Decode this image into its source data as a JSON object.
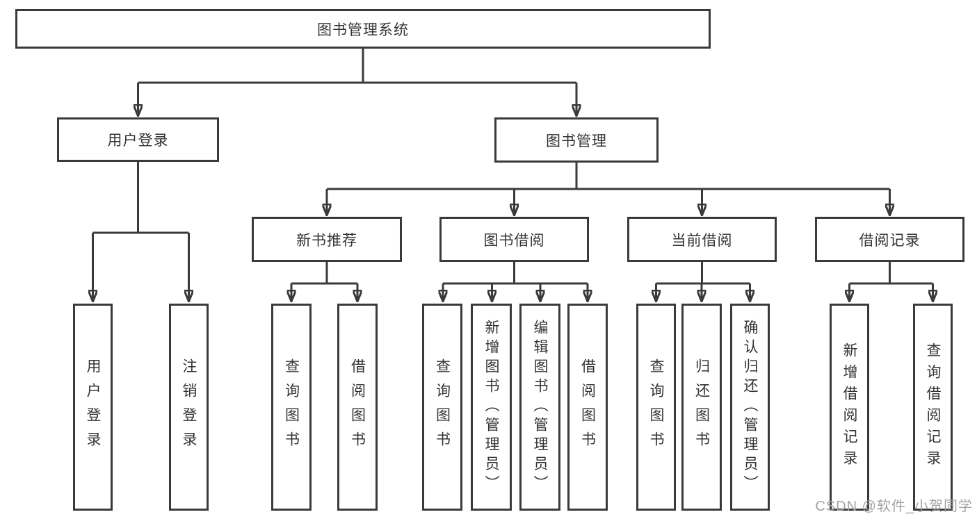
{
  "tree": {
    "root": "图书管理系统",
    "level2": [
      "用户登录",
      "图书管理"
    ],
    "userLoginChildren": [
      "用户登录",
      "注销登录"
    ],
    "groups": [
      {
        "label": "新书推荐",
        "children": [
          "查询图书",
          "借阅图书"
        ]
      },
      {
        "label": "图书借阅",
        "children": [
          "查询图书",
          "新增图书（管理员）",
          "编辑图书（管理员）",
          "借阅图书"
        ]
      },
      {
        "label": "当前借阅",
        "children": [
          "查询图书",
          "归还图书",
          "确认归还（管理员）"
        ]
      },
      {
        "label": "借阅记录",
        "children": [
          "新增借阅记录",
          "查询借阅记录"
        ]
      }
    ]
  },
  "watermark": "CSDN @软件_小贺同学",
  "colors": {
    "line": "#3a3a3a",
    "text": "#333333",
    "watermark": "#a3a3a3",
    "background": "#ffffff"
  }
}
